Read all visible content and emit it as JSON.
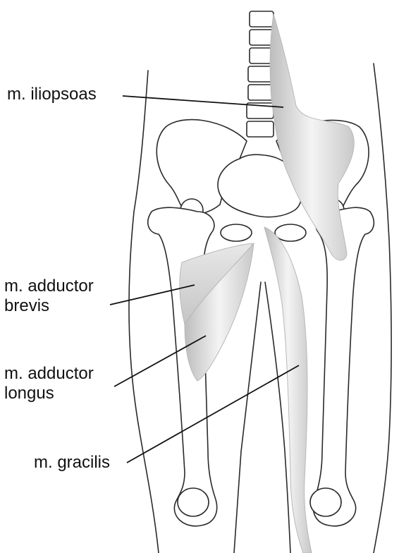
{
  "labels": {
    "iliopsoas": "m. iliopsoas",
    "adductor_brevis": {
      "line1": "m. adductor",
      "line2": "brevis"
    },
    "adductor_longus": {
      "line1": "m. adductor",
      "line2": "longus"
    },
    "gracilis": "m. gracilis"
  },
  "colors": {
    "muscle_light": "#f2f2f2",
    "muscle_dark": "#c4c4c4",
    "outline": "#2a2a2a",
    "background": "#ffffff"
  }
}
